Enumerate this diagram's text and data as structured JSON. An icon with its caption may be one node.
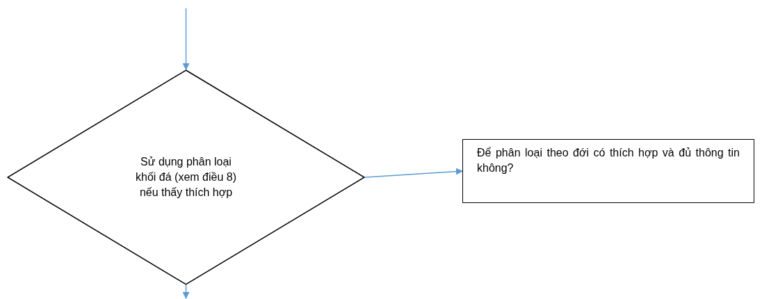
{
  "diagram": {
    "nodes": [
      {
        "text": [
          "Sử dụng phân loại khối đá (xem điều 8) nếu thấy thích hợp"
        ]
      },
      {
        "text": [
          "Để phân loại theo đới có thích hợp và đủ thông tin không?"
        ]
      }
    ],
    "edges": [
      {
        "from": null,
        "to": 0,
        "arrow": "to"
      },
      {
        "from": 0,
        "to": 1,
        "arrow": "to"
      },
      {
        "from": 0,
        "to": null,
        "arrow": "to"
      }
    ]
  }
}
